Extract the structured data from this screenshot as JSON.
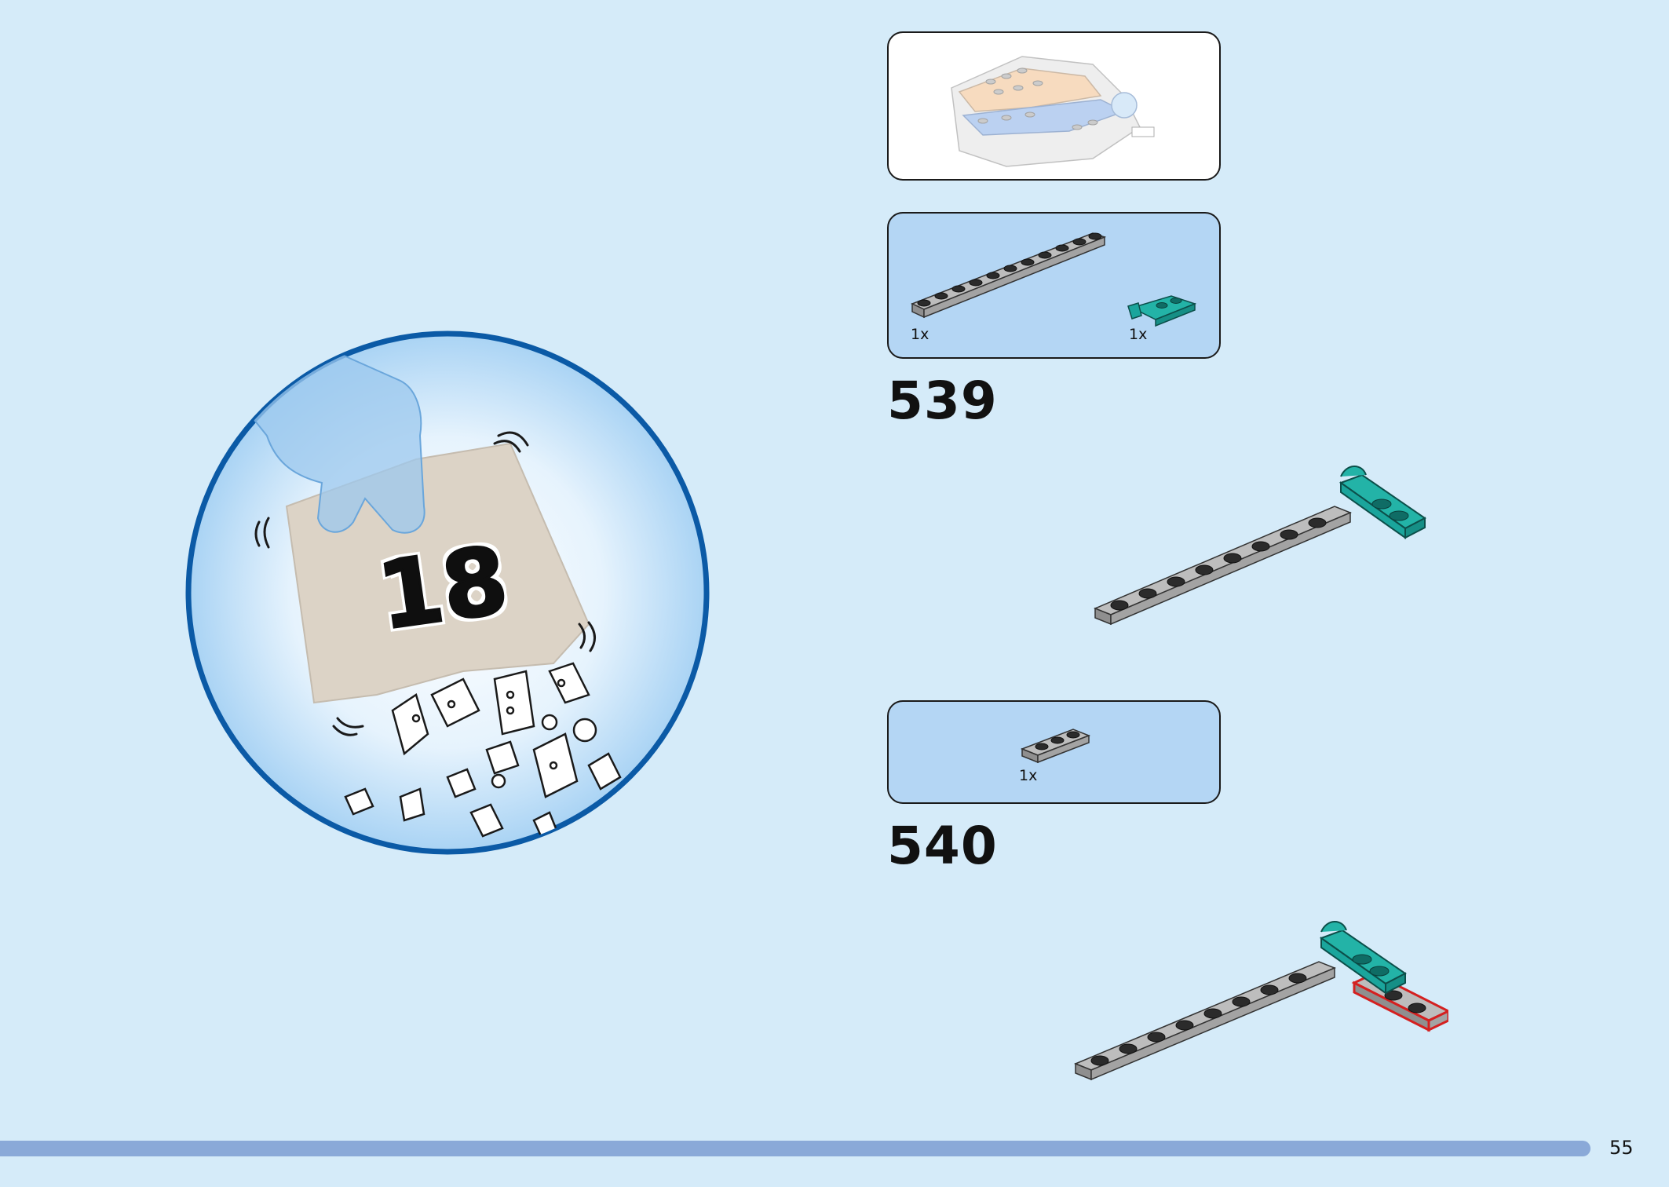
{
  "bag": {
    "number": "18"
  },
  "parts_539": [
    {
      "qty": "1x"
    },
    {
      "qty": "1x"
    }
  ],
  "parts_540": [
    {
      "qty": "1x"
    }
  ],
  "steps": [
    {
      "number": "539"
    },
    {
      "number": "540"
    }
  ],
  "page": {
    "number": "55"
  },
  "colors": {
    "background": "#d5ebf9",
    "panel_blue": "#b4d6f4",
    "circle_border": "#0b5aa6",
    "brick_gray": "#a3a3a3",
    "brick_teal": "#1aa59c",
    "highlight_red": "#d42020",
    "progress_bar": "#8aa9d8"
  }
}
